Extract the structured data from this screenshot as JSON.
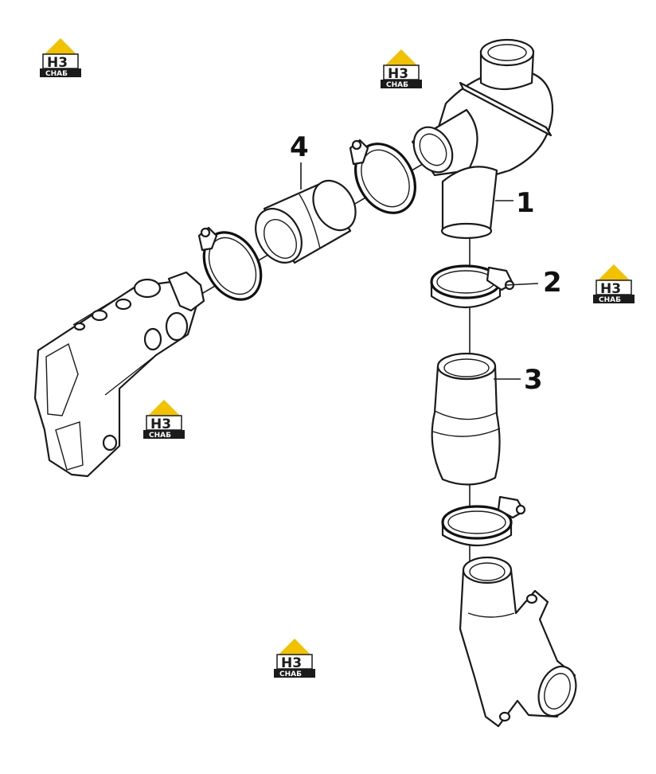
{
  "diagram": {
    "callouts": [
      {
        "id": "1",
        "label": "1"
      },
      {
        "id": "2",
        "label": "2"
      },
      {
        "id": "3",
        "label": "3"
      },
      {
        "id": "4",
        "label": "4"
      }
    ],
    "watermark": {
      "logo_letters": "H3",
      "logo_caption": "СНАБ",
      "accent_color": "#f2c200",
      "dark_color": "#1b1b1b"
    }
  }
}
